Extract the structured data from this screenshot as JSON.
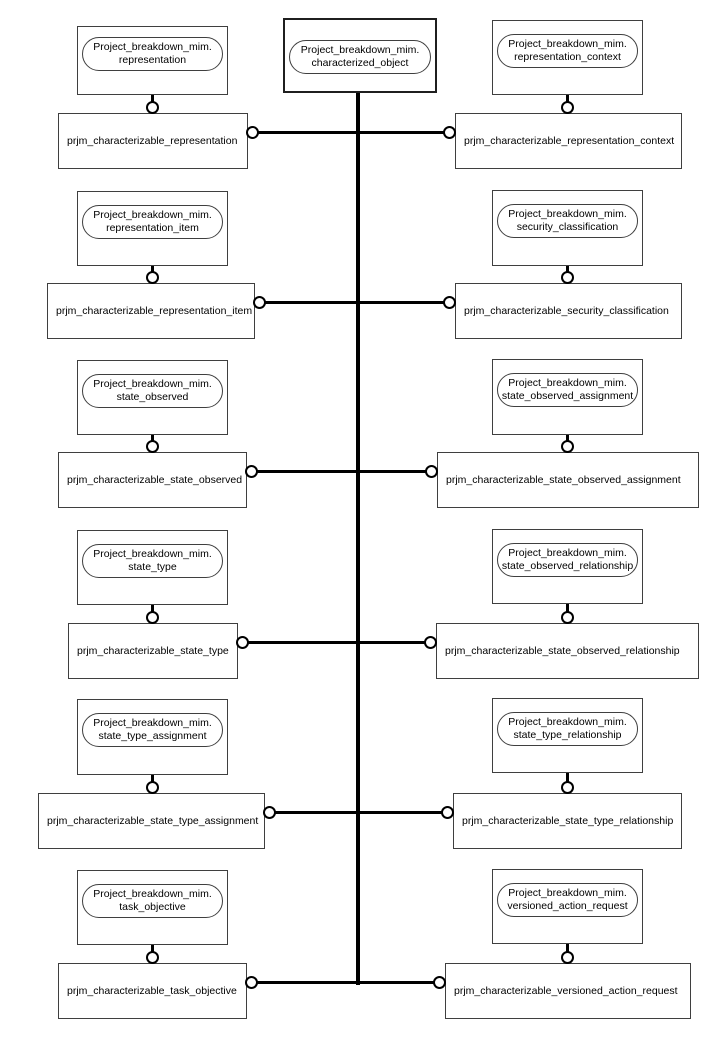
{
  "colors": {
    "background": "#ffffff",
    "line": "#000000",
    "box_border": "#3f3f3f",
    "text": "#000000"
  },
  "root": {
    "schema": "Project_breakdown_mim.",
    "name": "characterized_object"
  },
  "pairs": [
    {
      "left": {
        "schema": "Project_breakdown_mim.",
        "name": "representation",
        "entity": "prjm_characterizable_representation"
      },
      "right": {
        "schema": "Project_breakdown_mim.",
        "name": "representation_context",
        "entity": "prjm_characterizable_representation_context"
      }
    },
    {
      "left": {
        "schema": "Project_breakdown_mim.",
        "name": "representation_item",
        "entity": "prjm_characterizable_representation_item"
      },
      "right": {
        "schema": "Project_breakdown_mim.",
        "name": "security_classification",
        "entity": "prjm_characterizable_security_classification"
      }
    },
    {
      "left": {
        "schema": "Project_breakdown_mim.",
        "name": "state_observed",
        "entity": "prjm_characterizable_state_observed"
      },
      "right": {
        "schema": "Project_breakdown_mim.",
        "name": "state_observed_assignment",
        "entity": "prjm_characterizable_state_observed_assignment"
      }
    },
    {
      "left": {
        "schema": "Project_breakdown_mim.",
        "name": "state_type",
        "entity": "prjm_characterizable_state_type"
      },
      "right": {
        "schema": "Project_breakdown_mim.",
        "name": "state_observed_relationship",
        "entity": "prjm_characterizable_state_observed_relationship"
      }
    },
    {
      "left": {
        "schema": "Project_breakdown_mim.",
        "name": "state_type_assignment",
        "entity": "prjm_characterizable_state_type_assignment"
      },
      "right": {
        "schema": "Project_breakdown_mim.",
        "name": "state_type_relationship",
        "entity": "prjm_characterizable_state_type_relationship"
      }
    },
    {
      "left": {
        "schema": "Project_breakdown_mim.",
        "name": "task_objective",
        "entity": "prjm_characterizable_task_objective"
      },
      "right": {
        "schema": "Project_breakdown_mim.",
        "name": "versioned_action_request",
        "entity": "prjm_characterizable_versioned_action_request"
      }
    }
  ]
}
